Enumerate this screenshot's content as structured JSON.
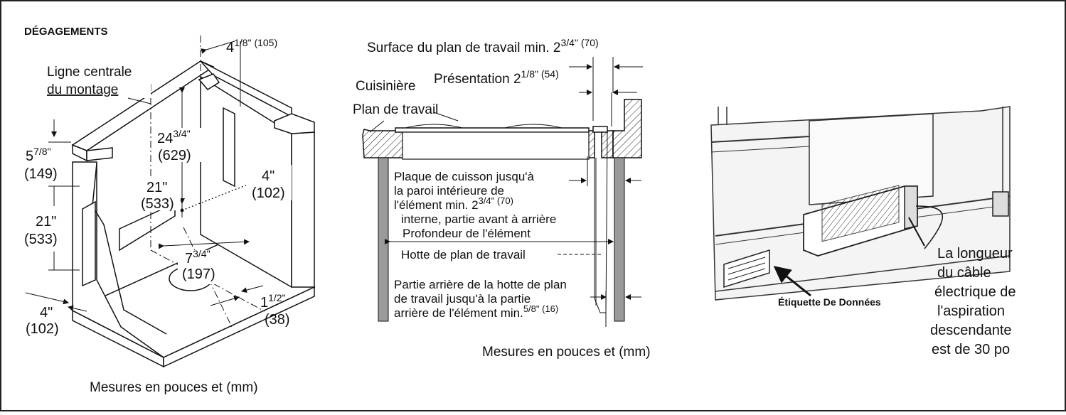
{
  "title": "DÉGAGEMENTS",
  "cabinet": {
    "label_centerline_1": "Ligne centrale",
    "label_centerline_2": "du montage",
    "dim_top_a": "4",
    "dim_top_b": "1/8\" (105)",
    "dim_left_a": "5",
    "dim_left_b": "7/8\"",
    "dim_left_mm": "(149)",
    "dim_21_left": "21\"",
    "dim_21_left_mm": "(533)",
    "dim_24_a": "24",
    "dim_24_b": "3/4\"",
    "dim_24_mm": "(629)",
    "dim_21_inner": "21\"",
    "dim_21_inner_mm": "(533)",
    "dim_4_right": "4\"",
    "dim_4_right_mm": "(102)",
    "dim_7_a": "7",
    "dim_7_b": "3/4\"",
    "dim_7_mm": "(197)",
    "dim_1_a": "1",
    "dim_1_b": "1/2\"",
    "dim_1_mm": "(38)",
    "dim_4_bottom": "4\"",
    "dim_4_bottom_mm": "(102)",
    "caption": "Mesures en pouces et (mm)"
  },
  "section": {
    "surface_a": "Surface du plan de travail min. 2",
    "surface_b": "3/4\" (70)",
    "cuisiniere": "Cuisinière",
    "presentation_a": "Présentation 2",
    "presentation_b": "1/8\" (54)",
    "plan": "Plan de travail",
    "plaque_1": "Plaque de cuisson jusqu'à",
    "plaque_2": "la paroi intérieure de",
    "plaque_3a": "l'élément min. 2",
    "plaque_3b": "3/4\" (70)",
    "interne": "interne, partie avant à arrière",
    "profondeur": "Profondeur de l'élément",
    "hotte": "Hotte de plan de travail",
    "arriere_1": "Partie arrière de la hotte de plan",
    "arriere_2": "de travail jusqu'à la partie",
    "arriere_3a": "arrière de l'élément min.",
    "arriere_3b": "5/8\" (16)",
    "caption": "Mesures en pouces et (mm)"
  },
  "photo": {
    "etiquette": "Étiquette De Données",
    "note_1": "La longueur",
    "note_2": "du câble",
    "note_3": "électrique de",
    "note_4": "l'aspiration",
    "note_5": "descendante",
    "note_6": "est de 30 po"
  }
}
